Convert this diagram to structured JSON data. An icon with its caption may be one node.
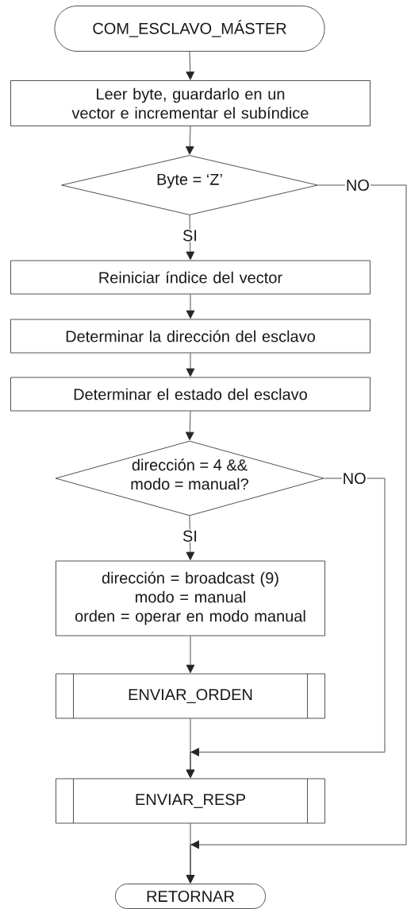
{
  "diagram": {
    "nodes": [
      {
        "text": [
          "COM_ESCLAVO_MÁSTER"
        ]
      },
      {
        "text": [
          "Leer byte, guardarlo en un vector e incrementar el subíndice"
        ]
      },
      {
        "text": [
          "Byte = ‘Z’"
        ]
      },
      {
        "text": [
          "Reiniciar índice del vector"
        ]
      },
      {
        "text": [
          "Determinar la dirección del esclavo"
        ]
      },
      {
        "text": [
          "Determinar el estado del esclavo"
        ]
      },
      {
        "text": [
          "dirección = 4 && modo = manual?"
        ]
      },
      {
        "text": [
          "dirección = broadcast (9)",
          "modo = manual",
          "orden = operar en modo manual"
        ]
      },
      {
        "text": [
          "ENVIAR_ORDEN"
        ]
      },
      {
        "text": [
          "ENVIAR_RESP"
        ]
      },
      {
        "text": [
          "RETORNAR"
        ]
      }
    ],
    "edges": [
      {
        "from": 0,
        "to": 1,
        "arrow": "to"
      },
      {
        "from": 1,
        "to": 2,
        "arrow": "to"
      },
      {
        "from": 2,
        "to": 3,
        "arrow": "to",
        "label": "SI"
      },
      {
        "from": 3,
        "to": 4,
        "arrow": "to"
      },
      {
        "from": 4,
        "to": 5,
        "arrow": "to"
      },
      {
        "from": 5,
        "to": 6,
        "arrow": "to"
      },
      {
        "from": 6,
        "to": 7,
        "arrow": "to",
        "label": "SI"
      },
      {
        "from": 7,
        "to": 8,
        "arrow": "to"
      },
      {
        "from": 8,
        "to": 9,
        "arrow": "to"
      },
      {
        "from": 6,
        "to": 9,
        "arrow": "to",
        "label": "NO"
      },
      {
        "from": 9,
        "to": 10,
        "arrow": "to"
      },
      {
        "from": 2,
        "to": 10,
        "arrow": "to",
        "label": "NO"
      }
    ]
  }
}
